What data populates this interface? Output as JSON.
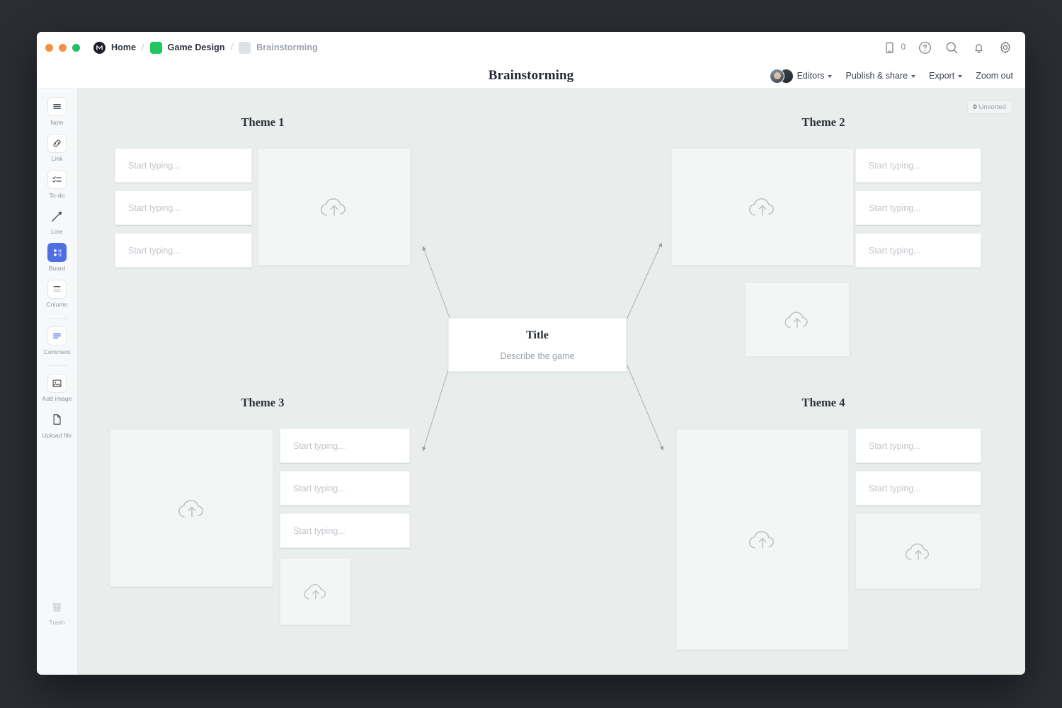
{
  "window": {
    "traffic_lights": [
      "close",
      "minimize",
      "maximize"
    ],
    "breadcrumb": [
      {
        "label": "Home",
        "icon": "app-logo-icon",
        "muted": false
      },
      {
        "label": "Game Design",
        "icon": "green-square-icon",
        "muted": false
      },
      {
        "label": "Brainstorming",
        "icon": "grey-square-icon",
        "muted": true
      }
    ],
    "separator": "/"
  },
  "toolbar": {
    "mobile_preview_count": "0",
    "icons": [
      "mobile-icon",
      "help-icon",
      "search-icon",
      "bell-icon",
      "gear-icon"
    ]
  },
  "header": {
    "title": "Brainstorming",
    "editors_label": "Editors",
    "publish_label": "Publish & share",
    "export_label": "Export",
    "zoom_label": "Zoom out"
  },
  "rail": {
    "tools": [
      {
        "name": "note",
        "label": "Note",
        "icon": "note-icon",
        "active": false
      },
      {
        "name": "link",
        "label": "Link",
        "icon": "link-icon",
        "active": false
      },
      {
        "name": "todo",
        "label": "To-do",
        "icon": "todo-icon",
        "active": false
      },
      {
        "name": "line",
        "label": "Line",
        "icon": "line-icon",
        "active": false
      },
      {
        "name": "board",
        "label": "Board",
        "icon": "board-icon",
        "active": true
      },
      {
        "name": "column",
        "label": "Column",
        "icon": "column-icon",
        "active": false
      },
      {
        "name": "comment",
        "label": "Comment",
        "icon": "comment-icon",
        "active": false
      },
      {
        "name": "add-image",
        "label": "Add image",
        "icon": "image-icon",
        "active": false
      },
      {
        "name": "upload-file",
        "label": "Upload file",
        "icon": "file-icon",
        "active": false
      }
    ],
    "trash": {
      "label": "Trash",
      "icon": "trash-icon"
    }
  },
  "canvas": {
    "unsorted_count": "0",
    "unsorted_label": "Unsorted",
    "note_placeholder": "Start typing...",
    "center": {
      "title": "Title",
      "subtitle": "Describe the game"
    },
    "themes": [
      {
        "id": "theme-1",
        "label": "Theme 1"
      },
      {
        "id": "theme-2",
        "label": "Theme 2"
      },
      {
        "id": "theme-3",
        "label": "Theme 3"
      },
      {
        "id": "theme-4",
        "label": "Theme 4"
      }
    ]
  },
  "colors": {
    "accent_blue": "#4e6fe4",
    "brand_green": "#22c55e",
    "traffic_orange": "#f4903e",
    "traffic_green": "#1ec06a",
    "canvas_bg": "#e9edec",
    "note_bg": "#ffffff",
    "image_placeholder_bg": "#f4f5f5"
  }
}
